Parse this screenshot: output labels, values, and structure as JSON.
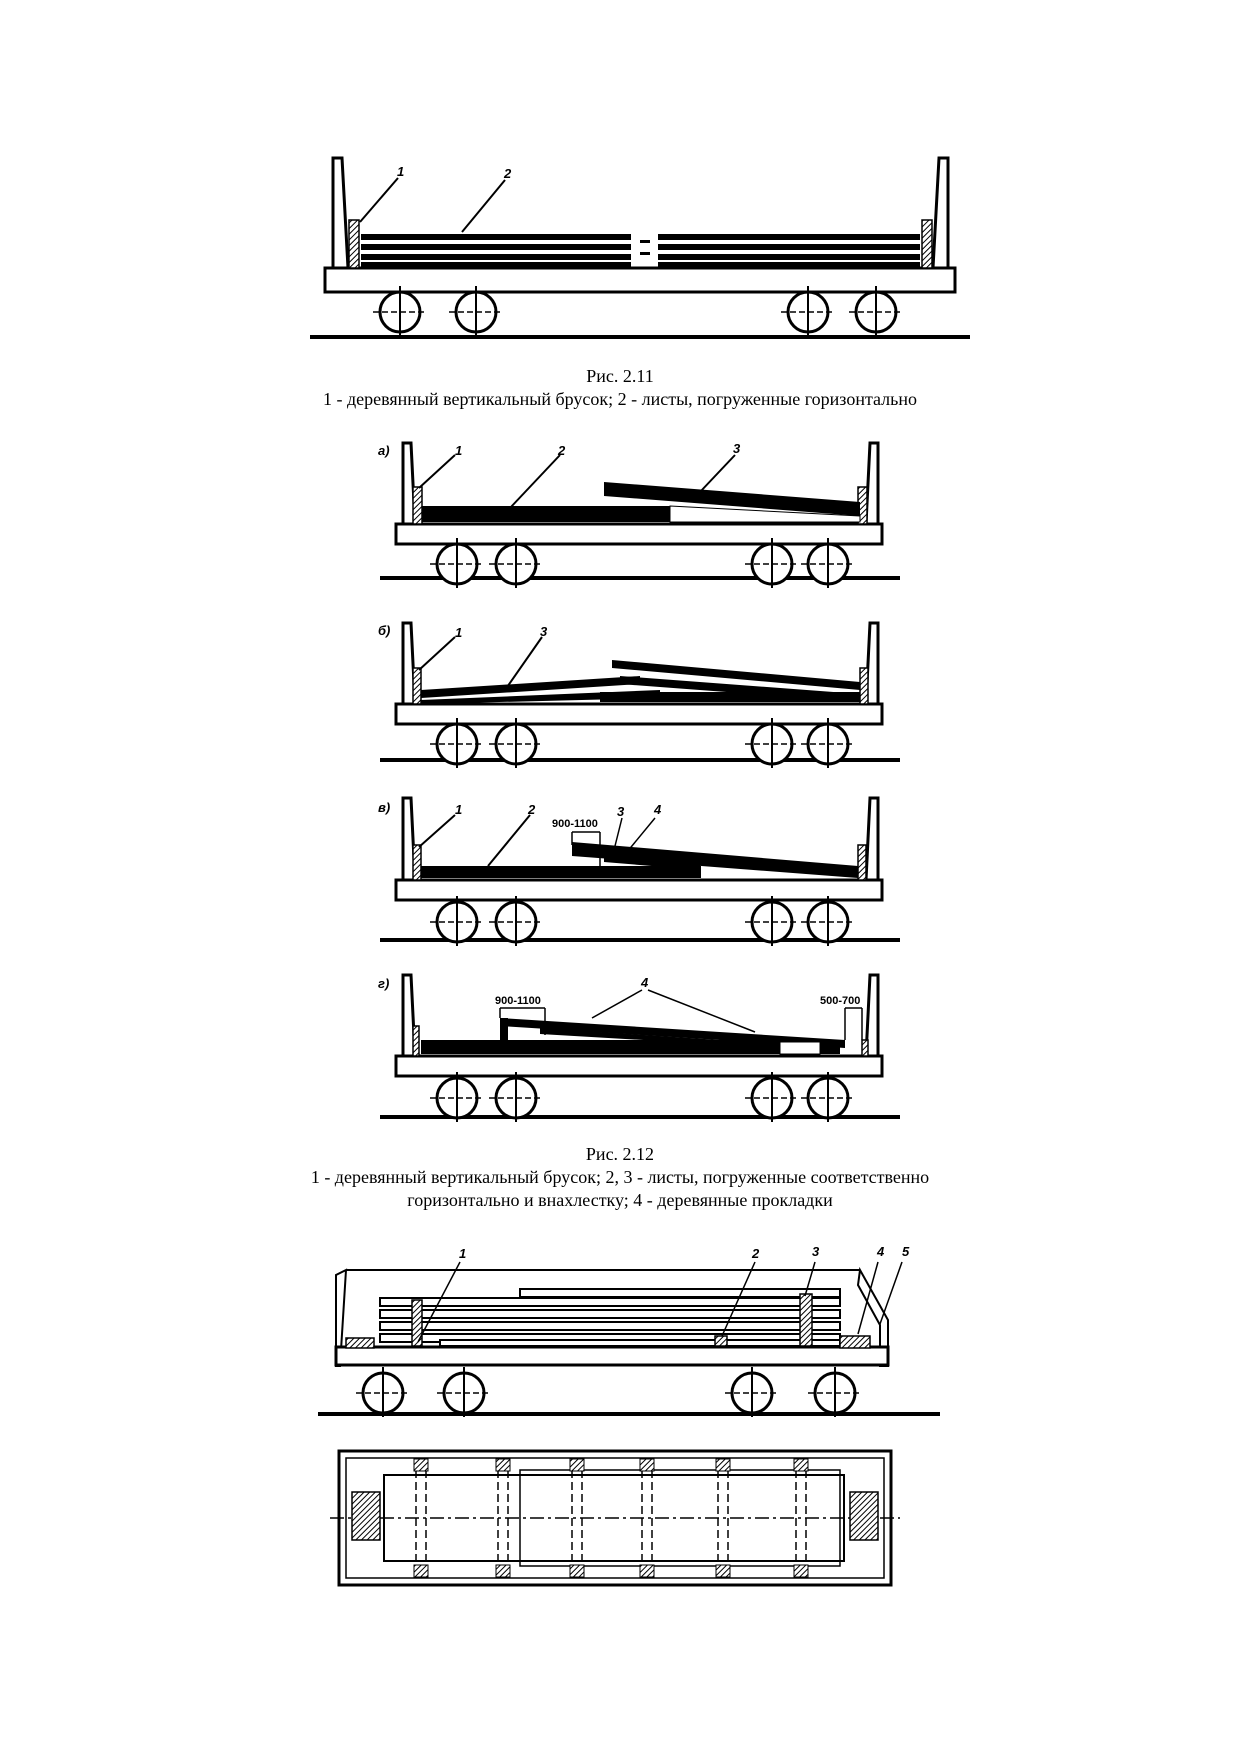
{
  "figure_2_11": {
    "title": "Рис. 2.11",
    "caption": "1 - деревянный вертикальный брусок; 2 - листы, погруженные горизонтально",
    "callouts": [
      "1",
      "2"
    ]
  },
  "figure_2_12": {
    "title": "Рис. 2.12",
    "caption_line1": "1 - деревянный вертикальный брусок; 2, 3 - листы, погруженные соответственно",
    "caption_line2": "горизонтально и внахлестку; 4 - деревянные прокладки",
    "panels": [
      {
        "letter": "а)",
        "callouts": [
          "1",
          "2",
          "3"
        ]
      },
      {
        "letter": "б)",
        "callouts": [
          "1",
          "3"
        ]
      },
      {
        "letter": "в)",
        "callouts": [
          "1",
          "2",
          "3",
          "4"
        ],
        "dimension": "900-1100"
      },
      {
        "letter": "г)",
        "callouts": [
          "4"
        ],
        "dimension_left": "900-1100",
        "dimension_right": "500-700"
      }
    ]
  },
  "figure_2_13": {
    "callouts": [
      "1",
      "2",
      "3",
      "4",
      "5"
    ]
  }
}
